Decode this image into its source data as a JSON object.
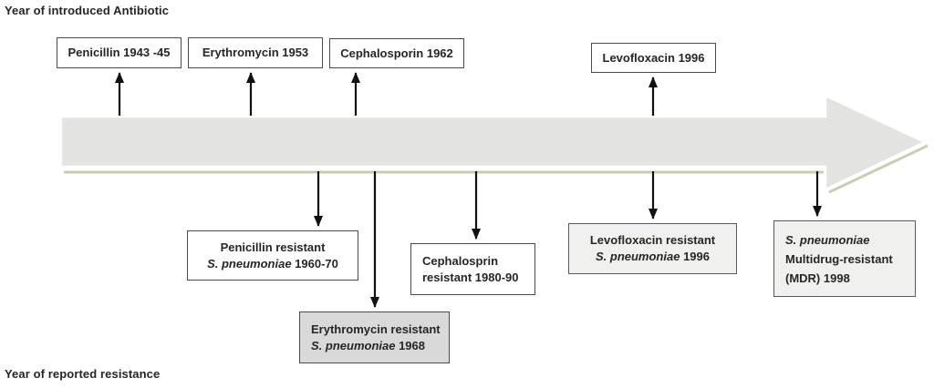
{
  "labels": {
    "top": "Year of introduced Antibiotic",
    "bottom": "Year of reported resistance"
  },
  "colors": {
    "timeline_fill": "#e3e3e1",
    "timeline_border": "#ffffff",
    "timeline_shadow": "#c9cdb6",
    "box_white": "#ffffff",
    "box_gray": "#d9d9d9",
    "box_light_gray": "#f0f0ee",
    "box_border": "#4a4a4a",
    "arrow": "#111111",
    "text": "#262626"
  },
  "boxes": {
    "intro_penicillin": {
      "lines": [
        [
          {
            "t": "Penicillin 1943 -45"
          }
        ]
      ]
    },
    "intro_erythromycin": {
      "lines": [
        [
          {
            "t": "Erythromycin 1953"
          }
        ]
      ]
    },
    "intro_cephalosporin": {
      "lines": [
        [
          {
            "t": "Cephalosporin 1962"
          }
        ]
      ]
    },
    "intro_levofloxacin": {
      "lines": [
        [
          {
            "t": "Levofloxacin 1996"
          }
        ]
      ]
    },
    "res_penicillin": {
      "lines": [
        [
          {
            "t": "Penicillin resistant"
          }
        ],
        [
          {
            "t": "S. pneumoniae",
            "i": true
          },
          {
            "t": " 1960-70"
          }
        ]
      ]
    },
    "res_cephalosporin": {
      "lines": [
        [
          {
            "t": "Cephalosprin"
          }
        ],
        [
          {
            "t": "resistant 1980-90"
          }
        ]
      ]
    },
    "res_erythromycin": {
      "lines": [
        [
          {
            "t": "Erythromycin resistant"
          }
        ],
        [
          {
            "t": "S. pneumoniae",
            "i": true
          },
          {
            "t": " 1968"
          }
        ]
      ]
    },
    "res_levofloxacin": {
      "lines": [
        [
          {
            "t": "Levofloxacin resistant"
          }
        ],
        [
          {
            "t": "S. pneumoniae",
            "i": true
          },
          {
            "t": " 1996"
          }
        ]
      ]
    },
    "res_mdr": {
      "lines": [
        [
          {
            "t": "S. pneumoniae",
            "i": true
          }
        ],
        [
          {
            "t": "Multidrug-resistant"
          }
        ],
        [
          {
            "t": "(MDR) 1998"
          }
        ]
      ]
    }
  }
}
